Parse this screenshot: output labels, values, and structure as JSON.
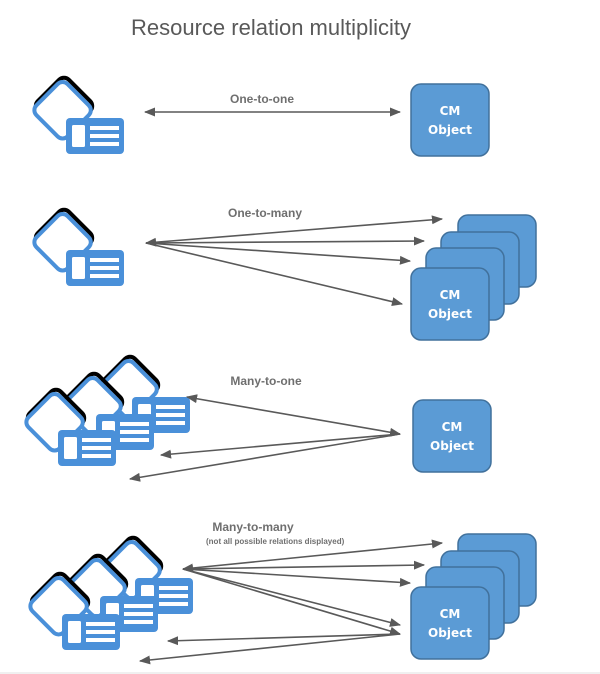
{
  "title": "Resource relation multiplicity",
  "colors": {
    "object_fill": "#5b9bd5",
    "object_stroke": "#41719c",
    "card_blue": "#4a90d9",
    "card_outline": "#000000",
    "arrow": "#595959",
    "label": "#6f6f6f"
  },
  "object_label": [
    "CM",
    "Object"
  ],
  "sections": [
    {
      "id": "one-to-one",
      "label": "One-to-one",
      "sublabel": "",
      "resources": 1,
      "objects": 1,
      "arrow_count": 1
    },
    {
      "id": "one-to-many",
      "label": "One-to-many",
      "sublabel": "",
      "resources": 1,
      "objects": 4,
      "arrow_count": 4
    },
    {
      "id": "many-to-one",
      "label": "Many-to-one",
      "sublabel": "",
      "resources": 3,
      "objects": 1,
      "arrow_count": 3
    },
    {
      "id": "many-to-many",
      "label": "Many-to-many",
      "sublabel": "(not all possible relations displayed)",
      "resources": 3,
      "objects": 4,
      "arrow_count": 7
    }
  ]
}
